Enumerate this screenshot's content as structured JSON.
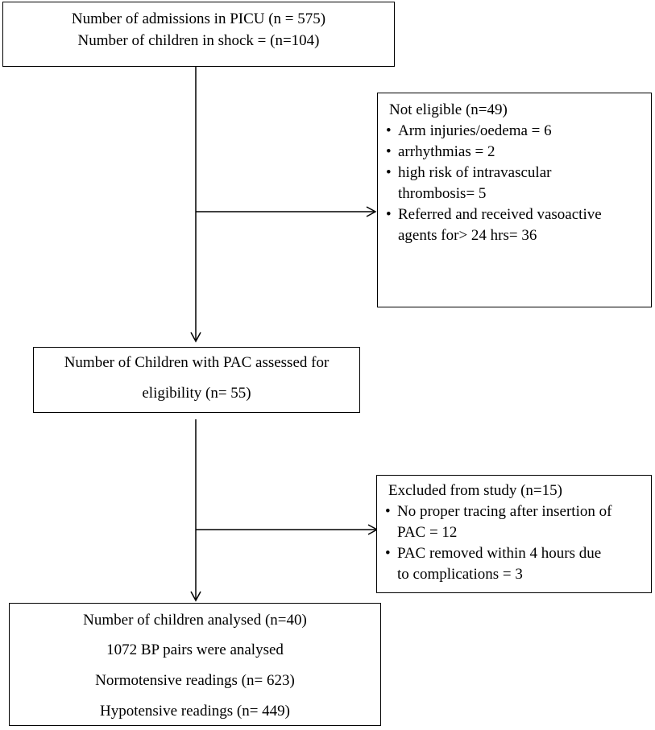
{
  "box1": {
    "lines": [
      "Number of admissions in PICU (n = 575)",
      "Number of children in shock = (n=104)"
    ]
  },
  "not_eligible": {
    "title": "Not eligible (n=49)",
    "items": [
      [
        "Arm injuries/oedema = 6"
      ],
      [
        "arrhythmias = 2"
      ],
      [
        "high risk of intravascular",
        "thrombosis= 5"
      ],
      [
        "Referred and received vasoactive",
        "agents for> 24 hrs= 36"
      ]
    ]
  },
  "box2": {
    "lines": [
      "Number of Children with PAC assessed for",
      "eligibility (n= 55)"
    ]
  },
  "excluded": {
    "title": "Excluded from study (n=15)",
    "items": [
      [
        "No proper tracing after insertion of",
        "PAC = 12"
      ],
      [
        "PAC removed within 4 hours due",
        "to complications = 3"
      ]
    ]
  },
  "box3": {
    "lines": [
      "Number of children analysed (n=40)",
      "1072 BP pairs were analysed",
      "Normotensive readings (n= 623)",
      "Hypotensive readings (n= 449)"
    ]
  },
  "bullet_glyph": "•"
}
